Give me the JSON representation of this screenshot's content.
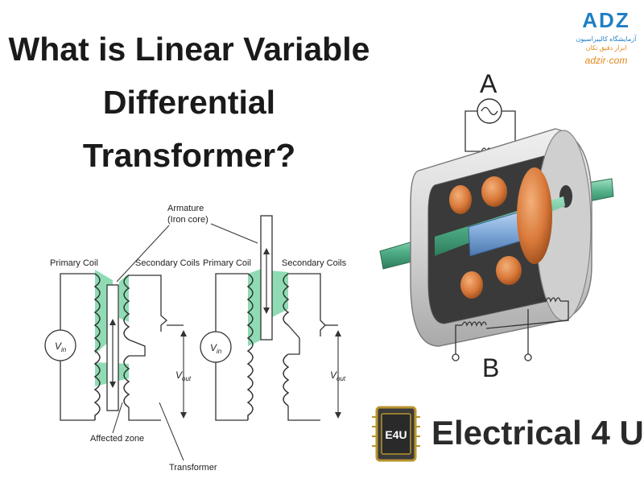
{
  "title": {
    "line1": "What is Linear Variable",
    "line2": "Differential",
    "line3": "Transformer?"
  },
  "logo": {
    "mark": "ADZ",
    "line1": "آزمایشگاه کالیبراسیون",
    "line2": "ابزار دقیق تکان",
    "url": "adzir·com"
  },
  "schematic": {
    "armature_label_1": "Armature",
    "armature_label_2": "(Iron core)",
    "primary_left": "Primary Coil",
    "secondary_left": "Secondary Coils",
    "primary_right": "Primary Coil",
    "secondary_right": "Secondary Coils",
    "vin_left": "V",
    "vin_left_sub": "in",
    "vin_right": "V",
    "vin_right_sub": "in",
    "vout_left": "V",
    "vout_left_sub": "out",
    "vout_right": "V",
    "vout_right_sub": "out",
    "affected_zone": "Affected zone",
    "transformer": "Transformer"
  },
  "illustration": {
    "label_a": "A",
    "label_b": "B"
  },
  "brand": {
    "chip_text": "E4U",
    "name": "Electrical 4 U"
  },
  "colors": {
    "title": "#1a1a1a",
    "accent_green": "#8fdcb4",
    "copper": "#d9793a",
    "rod": "#4fae86",
    "core_blue": "#7fa8d8",
    "logo_blue": "#1f7fc4",
    "logo_orange": "#e08a1c",
    "chip_gold": "#b8942e"
  }
}
